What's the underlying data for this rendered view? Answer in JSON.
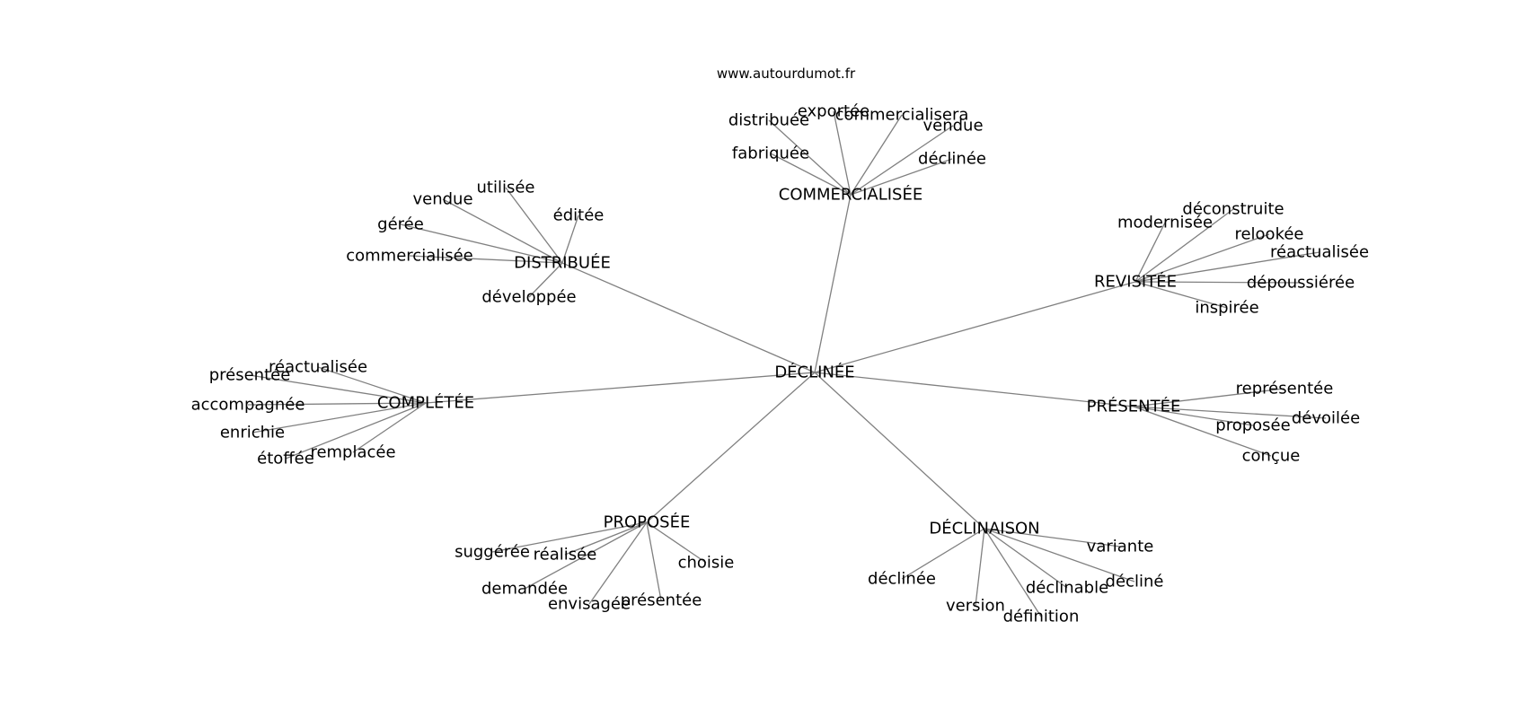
{
  "watermark": "www.autourdumot.fr",
  "graph": {
    "center": "DÉCLINÉE",
    "groups": [
      {
        "hub": "COMMERCIALISÉE",
        "leaves": [
          "distribuée",
          "exportée",
          "commercialisera",
          "vendue",
          "fabriquée",
          "déclinée"
        ]
      },
      {
        "hub": "DISTRIBUÉE",
        "leaves": [
          "utilisée",
          "vendue",
          "éditée",
          "gérée",
          "commercialisée",
          "développée"
        ]
      },
      {
        "hub": "REVISITÉE",
        "leaves": [
          "déconstruite",
          "modernisée",
          "relookée",
          "réactualisée",
          "dépoussiérée",
          "inspirée"
        ]
      },
      {
        "hub": "COMPLÉTÉE",
        "leaves": [
          "réactualisée",
          "présentée",
          "accompagnée",
          "enrichie",
          "remplacée",
          "étoffée"
        ]
      },
      {
        "hub": "PRÉSENTÉE",
        "leaves": [
          "représentée",
          "dévoilée",
          "proposée",
          "conçue"
        ]
      },
      {
        "hub": "PROPOSÉE",
        "leaves": [
          "suggérée",
          "réalisée",
          "choisie",
          "demandée",
          "envisagée",
          "présentée"
        ]
      },
      {
        "hub": "DÉCLINAISON",
        "leaves": [
          "variante",
          "décliné",
          "déclinée",
          "déclinable",
          "version",
          "définition"
        ]
      }
    ]
  }
}
